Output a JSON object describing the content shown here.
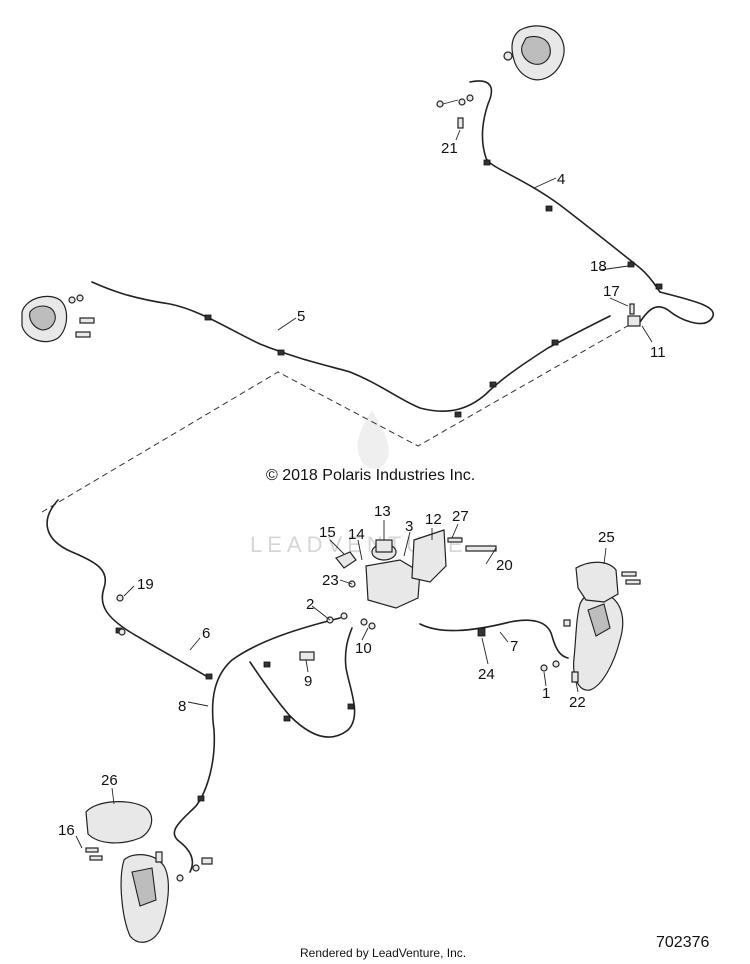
{
  "copyright": "© 2018 Polaris Industries Inc.",
  "watermark": "LEADVENTURE",
  "rendered_by": "Rendered by LeadVenture, Inc.",
  "diagram_number": "702376",
  "callouts": [
    "1",
    "2",
    "3",
    "4",
    "5",
    "6",
    "7",
    "8",
    "9",
    "10",
    "11",
    "12",
    "13",
    "14",
    "15",
    "16",
    "17",
    "18",
    "19",
    "20",
    "21",
    "22",
    "23",
    "24",
    "25",
    "26",
    "27"
  ]
}
